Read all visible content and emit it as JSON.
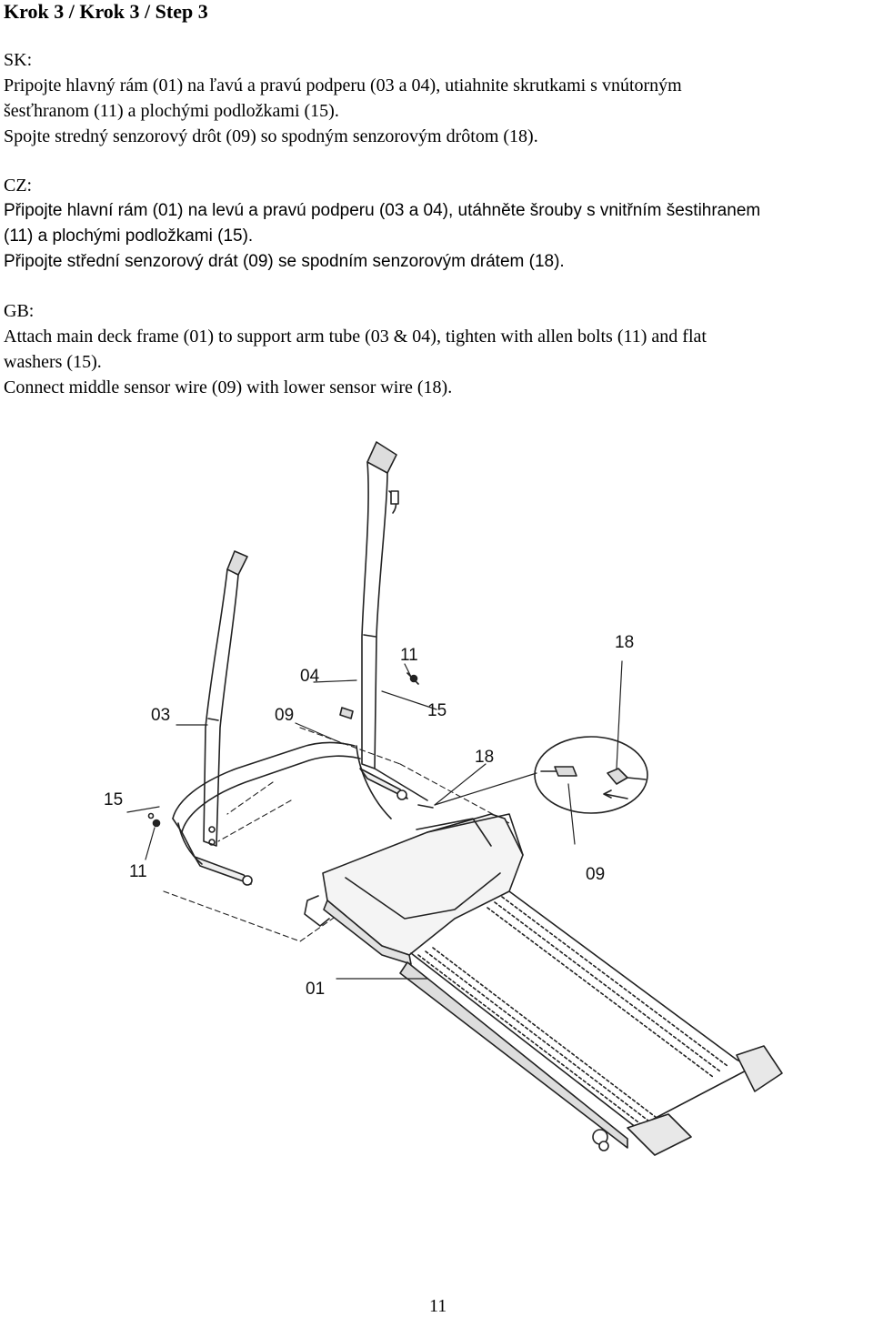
{
  "header": {
    "title": "Krok 3 / Krok 3 / Step 3"
  },
  "sk": {
    "label": "SK:",
    "lines": [
      "Pripojte hlavný rám (01) na ľavú a pravú podperu (03 a 04), utiahnite skrutkami s vnútorným",
      "šesťhranom (11) a plochými podložkami (15).",
      "Spojte stredný senzorový drôt (09) so spodným senzorovým drôtom (18)."
    ]
  },
  "cz": {
    "label": "CZ:",
    "lines": [
      "Připojte hlavní rám (01) na levú a pravú podperu (03 a 04), utáhněte šrouby s vnitřním šestihranem",
      "(11) a plochými podložkami (15).",
      "Připojte střední senzorový drát (09) se spodním senzorovým drátem (18)."
    ]
  },
  "gb": {
    "label": "GB:",
    "lines": [
      "Attach main deck frame (01) to support arm tube (03 & 04), tighten with allen bolts (11) and flat",
      "washers (15).",
      "Connect middle sensor wire (09) with lower sensor wire (18)."
    ]
  },
  "diagram": {
    "callouts": {
      "c03": "03",
      "c04": "04",
      "c09a": "09",
      "c11a": "11",
      "c15a": "15",
      "c18a": "18",
      "c18b": "18",
      "c15b": "15",
      "c11b": "11",
      "c09b": "09",
      "c01": "01"
    }
  },
  "footer": {
    "page_number": "11"
  }
}
